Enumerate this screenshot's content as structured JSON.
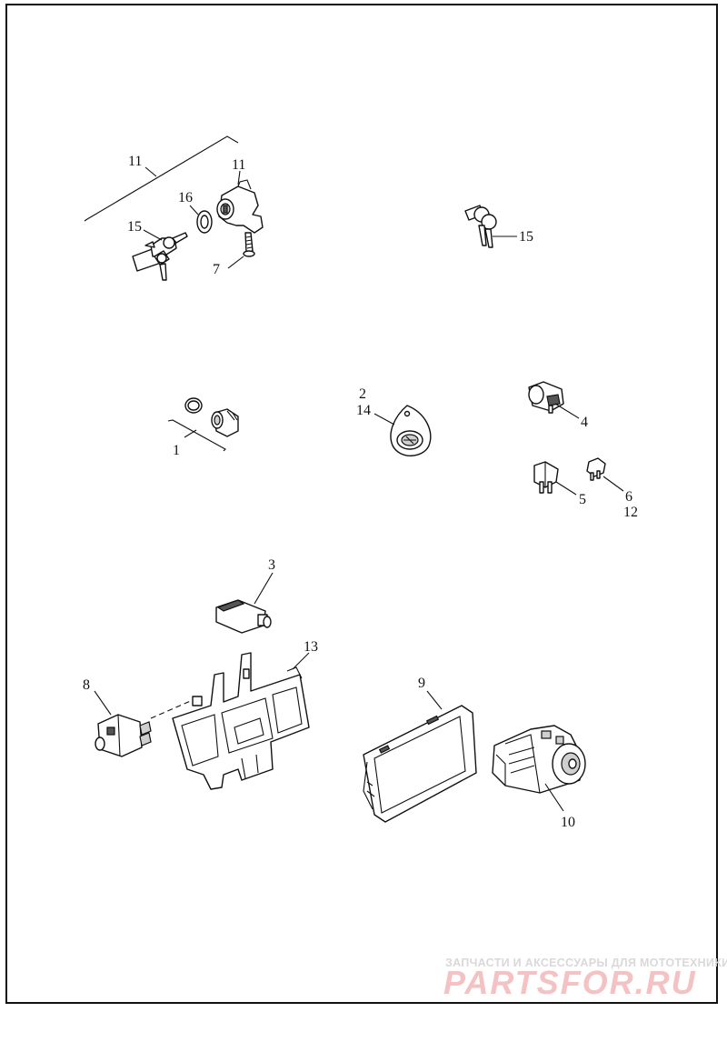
{
  "callouts": {
    "c11a": "11",
    "c11b": "11",
    "c16": "16",
    "c15a": "15",
    "c7": "7",
    "c15b": "15",
    "c2": "2",
    "c14": "14",
    "c4": "4",
    "c1": "1",
    "c5": "5",
    "c6": "6",
    "c12": "12",
    "c3": "3",
    "c13": "13",
    "c8": "8",
    "c9": "9",
    "c10": "10"
  },
  "watermark": {
    "tagline": "ЗАПЧАСТИ И АКСЕССУАРЫ ДЛЯ МОТОТЕХНИКИ",
    "logo": "PARTSFOR.RU"
  }
}
